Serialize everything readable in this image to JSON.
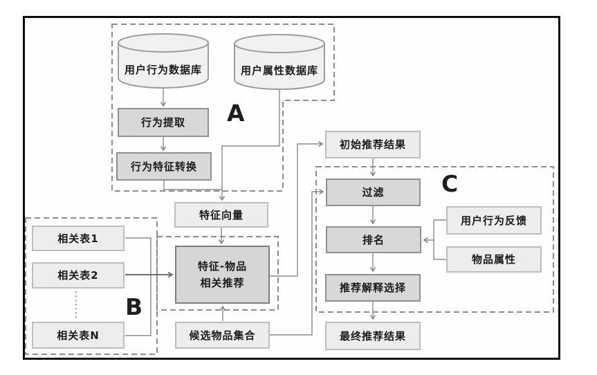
{
  "figure": {
    "type": "flowchart",
    "description": "Recommendation pipeline flowchart with groups A, B, C"
  },
  "groups": {
    "a": "A",
    "b": "B",
    "c": "C"
  },
  "nodes": {
    "db_user_behavior": "用户行为数据库",
    "db_user_attribute": "用户属性数据库",
    "behavior_extraction": "行为提取",
    "behavior_feature_conversion": "行为特征转换",
    "feature_vector": "特征向量",
    "related_table_1": "相关表1",
    "related_table_2": "相关表2",
    "related_table_n": "相关表N",
    "feature_item_recommendation_line1": "特征-物品",
    "feature_item_recommendation_line2": "相关推荐",
    "candidate_item_set": "候选物品集合",
    "initial_recommendation_result": "初始推荐结果",
    "filter": "过滤",
    "ranking": "排名",
    "recommendation_explanation_selection": "推荐解释选择",
    "final_recommendation_result": "最终推荐结果",
    "user_behavior_feedback": "用户行为反馈",
    "item_attribute": "物品属性"
  },
  "colors": {
    "frame_border": "#0a0a0a",
    "dashed_outline": "#8c8c8c",
    "connector": "#8a8a8a",
    "box_light_fill": "#ededed",
    "box_light_border": "#bdbdbd",
    "box_dark_fill": "#d8d8d8",
    "box_dark_border": "#8f8f8f",
    "cylinder_fill": "#f1f1f1",
    "text": "#1a1a1a"
  }
}
